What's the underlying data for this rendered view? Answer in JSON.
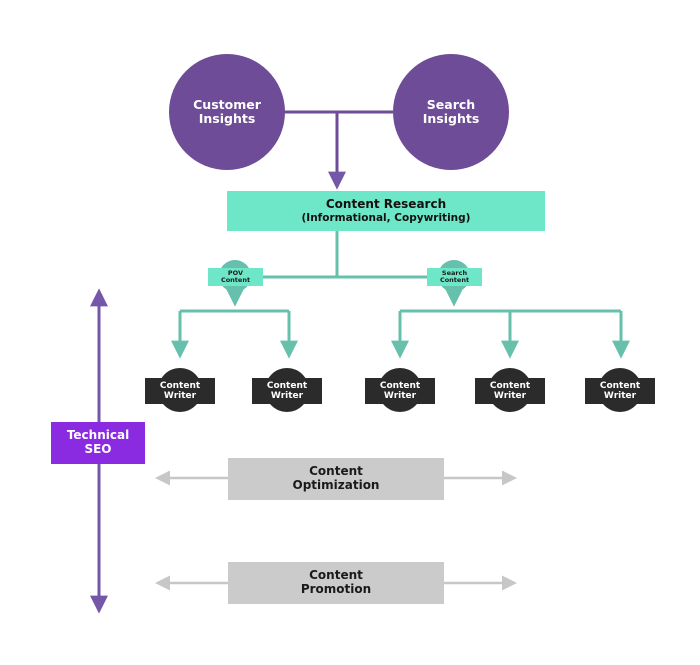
{
  "colors": {
    "purple": "#6e4c97",
    "teal": "#6ee7c8",
    "teal_dark": "#66c0ab",
    "dark": "#2b2b2b",
    "gray_box": "#cbcbcb",
    "gray_arrow": "#c7c7c7",
    "violet": "#8a2be2",
    "axis": "#7457a8"
  },
  "nodes": {
    "customer_insights": {
      "line1": "Customer",
      "line2": "Insights"
    },
    "search_insights": {
      "line1": "Search",
      "line2": "Insights"
    },
    "content_research": {
      "line1": "Content Research",
      "line2": "(Informational, Copywriting)"
    },
    "pov_content": {
      "line1": "POV",
      "line2": "Content"
    },
    "search_content": {
      "line1": "Search",
      "line2": "Content"
    },
    "writers": [
      {
        "line1": "Content",
        "line2": "Writer"
      },
      {
        "line1": "Content",
        "line2": "Writer"
      },
      {
        "line1": "Content",
        "line2": "Writer"
      },
      {
        "line1": "Content",
        "line2": "Writer"
      },
      {
        "line1": "Content",
        "line2": "Writer"
      }
    ],
    "technical_seo": {
      "line1": "Technical",
      "line2": "SEO"
    },
    "content_optimization": {
      "line1": "Content",
      "line2": "Optimization"
    },
    "content_promotion": {
      "line1": "Content",
      "line2": "Promotion"
    }
  }
}
